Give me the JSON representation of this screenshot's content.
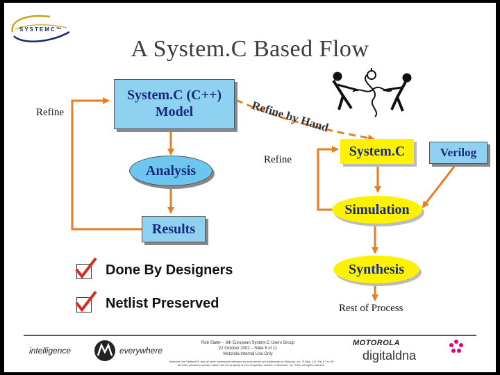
{
  "logo_text": "SYSTEMC™",
  "title": "A System.C Based Flow",
  "left": {
    "refine": "Refine",
    "model": [
      "System.C (C++)",
      "Model"
    ],
    "analysis": "Analysis",
    "results": "Results"
  },
  "refine_by_hand": "Refine by Hand",
  "right": {
    "refine": "Refine",
    "systemc": "System.C",
    "verilog": "Verilog",
    "simulation": "Simulation",
    "synthesis": "Synthesis",
    "rest": "Rest of Process"
  },
  "checklist": [
    "Done By Designers",
    "Netlist Preserved"
  ],
  "footer": {
    "intelligence": "intelligence",
    "everywhere": "everywhere",
    "line1": "Rob Slater – 6th European System.C Users Group",
    "line2": "22 October 2002 – Slide 6 of 11",
    "line3": "Motorola Internal Use Only",
    "line4": "Motorola, the Stylized M, and all other trademarks indicated as such herein are trademarks of Motorola, Inc. ® Reg. U.S. Pat & Tm Off",
    "line5": "All other product or service names are the property of their respective owners. © Motorola, Inc. 2001. All rights reserved.",
    "motorola": "MOTOROLA",
    "digitaldna": "digitaldna"
  },
  "colors": {
    "arrow": "#e67e22",
    "blue_box": "#8fd1f1",
    "yellow_box": "#fff200",
    "check": "#d62b1f",
    "text_blue": "#1a2a7a"
  },
  "icons": [
    "systemc-logo-icon",
    "tug-of-war-icon",
    "motorola-logo-icon",
    "digitaldna-flower-icon",
    "checkmark-icon"
  ]
}
